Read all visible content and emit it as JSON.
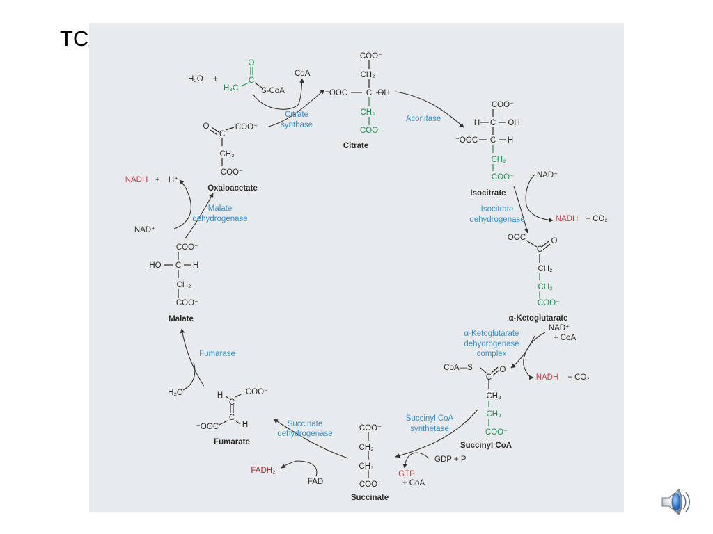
{
  "slide": {
    "title": "TCA Cycle"
  },
  "colors": {
    "background": "#e8ebee",
    "structure": "#2b2b2b",
    "highlight": "#1f8f52",
    "enzyme": "#3a8fc6",
    "nadh": "#c0404a",
    "fadh2": "#b0252f",
    "arrow": "#333333"
  },
  "labels": [
    {
      "id": "h2o-top",
      "text": "H₂O",
      "color": "structure"
    },
    {
      "id": "plus-1",
      "text": "+",
      "color": "structure"
    },
    {
      "id": "acetyl-o",
      "text": "O",
      "color": "highlight"
    },
    {
      "id": "acetyl-c",
      "text": "C",
      "color": "highlight"
    },
    {
      "id": "acetyl-h3c",
      "text": "H₃C",
      "color": "highlight"
    },
    {
      "id": "acetyl-scoa",
      "text": "S-CoA",
      "color": "structure"
    },
    {
      "id": "coa-top",
      "text": "CoA",
      "color": "structure"
    },
    {
      "id": "citrate-coo1",
      "text": "COO⁻",
      "color": "structure"
    },
    {
      "id": "citrate-ch2-1",
      "text": "CH₂",
      "color": "structure"
    },
    {
      "id": "citrate-ooc",
      "text": "⁻OOC",
      "color": "structure"
    },
    {
      "id": "citrate-c",
      "text": "C",
      "color": "structure"
    },
    {
      "id": "citrate-oh",
      "text": "OH",
      "color": "structure"
    },
    {
      "id": "citrate-ch2-2",
      "text": "CH₂",
      "color": "highlight"
    },
    {
      "id": "citrate-coo2",
      "text": "COO⁻",
      "color": "highlight"
    },
    {
      "id": "citrate-name",
      "text": "Citrate",
      "color": "structure",
      "bold": true
    },
    {
      "id": "enz-citrate-1",
      "text": "Citrate",
      "color": "enzyme"
    },
    {
      "id": "enz-citrate-2",
      "text": "synthase",
      "color": "enzyme"
    },
    {
      "id": "oaa-o",
      "text": "O",
      "color": "structure"
    },
    {
      "id": "oaa-c",
      "text": "C",
      "color": "structure"
    },
    {
      "id": "oaa-coo1",
      "text": "COO⁻",
      "color": "structure"
    },
    {
      "id": "oaa-ch2",
      "text": "CH₂",
      "color": "structure"
    },
    {
      "id": "oaa-coo2",
      "text": "COO⁻",
      "color": "structure"
    },
    {
      "id": "oaa-name",
      "text": "Oxaloacetate",
      "color": "structure",
      "bold": true
    },
    {
      "id": "nadh-left",
      "text": "NADH",
      "color": "nadh"
    },
    {
      "id": "plus-h",
      "text": "+",
      "color": "structure"
    },
    {
      "id": "hplus",
      "text": "H⁺",
      "color": "structure"
    },
    {
      "id": "enz-malate-1",
      "text": "Malate",
      "color": "enzyme"
    },
    {
      "id": "enz-malate-2",
      "text": "dehydrogenase",
      "color": "enzyme"
    },
    {
      "id": "nad-left",
      "text": "NAD⁺",
      "color": "structure"
    },
    {
      "id": "mal-coo1",
      "text": "COO⁻",
      "color": "structure"
    },
    {
      "id": "mal-ho",
      "text": "HO",
      "color": "structure"
    },
    {
      "id": "mal-c",
      "text": "C",
      "color": "structure"
    },
    {
      "id": "mal-h",
      "text": "H",
      "color": "structure"
    },
    {
      "id": "mal-ch2",
      "text": "CH₂",
      "color": "structure"
    },
    {
      "id": "mal-coo2",
      "text": "COO⁻",
      "color": "structure"
    },
    {
      "id": "mal-name",
      "text": "Malate",
      "color": "structure",
      "bold": true
    },
    {
      "id": "enz-fumarase",
      "text": "Fumarase",
      "color": "enzyme"
    },
    {
      "id": "h2o-left",
      "text": "H₂O",
      "color": "structure"
    },
    {
      "id": "fum-h1",
      "text": "H",
      "color": "structure"
    },
    {
      "id": "fum-c1",
      "text": "C",
      "color": "structure"
    },
    {
      "id": "fum-coo",
      "text": "COO⁻",
      "color": "structure"
    },
    {
      "id": "fum-ooc",
      "text": "⁻OOC",
      "color": "structure"
    },
    {
      "id": "fum-c2",
      "text": "C",
      "color": "structure"
    },
    {
      "id": "fum-h2",
      "text": "H",
      "color": "structure"
    },
    {
      "id": "fum-name",
      "text": "Fumarate",
      "color": "structure",
      "bold": true
    },
    {
      "id": "enz-sdh-1",
      "text": "Succinate",
      "color": "enzyme"
    },
    {
      "id": "enz-sdh-2",
      "text": "dehydrogenase",
      "color": "enzyme"
    },
    {
      "id": "fadh2",
      "text": "FADH₂",
      "color": "fadh2"
    },
    {
      "id": "fad",
      "text": "FAD",
      "color": "structure"
    },
    {
      "id": "suc-coo1",
      "text": "COO⁻",
      "color": "structure"
    },
    {
      "id": "suc-ch2-1",
      "text": "CH₂",
      "color": "structure"
    },
    {
      "id": "suc-ch2-2",
      "text": "CH₂",
      "color": "structure"
    },
    {
      "id": "suc-coo2",
      "text": "COO⁻",
      "color": "structure"
    },
    {
      "id": "suc-name",
      "text": "Succinate",
      "color": "structure",
      "bold": true
    },
    {
      "id": "gtp",
      "text": "GTP",
      "color": "nadh"
    },
    {
      "id": "gtp-coa",
      "text": "+  CoA",
      "color": "structure"
    },
    {
      "id": "gdp",
      "text": "GDP  +  Pᵢ",
      "color": "structure"
    },
    {
      "id": "enz-scs-1",
      "text": "Succinyl CoA",
      "color": "enzyme"
    },
    {
      "id": "enz-scs-2",
      "text": "synthetase",
      "color": "enzyme"
    },
    {
      "id": "scoa-coas",
      "text": "CoA—S",
      "color": "structure"
    },
    {
      "id": "scoa-c",
      "text": "C",
      "color": "structure"
    },
    {
      "id": "scoa-o",
      "text": "O",
      "color": "structure"
    },
    {
      "id": "scoa-ch2-1",
      "text": "CH₂",
      "color": "structure"
    },
    {
      "id": "scoa-ch2-2",
      "text": "CH₂",
      "color": "highlight"
    },
    {
      "id": "scoa-coo",
      "text": "COO⁻",
      "color": "highlight"
    },
    {
      "id": "scoa-name",
      "text": "Succinyl CoA",
      "color": "structure",
      "bold": true
    },
    {
      "id": "nadh-br",
      "text": "NADH",
      "color": "nadh"
    },
    {
      "id": "co2-br",
      "text": "+  CO₂",
      "color": "structure"
    },
    {
      "id": "enz-akg-1",
      "text": "α-Ketoglutarate",
      "color": "enzyme"
    },
    {
      "id": "enz-akg-2",
      "text": "dehydrogenase",
      "color": "enzyme"
    },
    {
      "id": "enz-akg-3",
      "text": "complex",
      "color": "enzyme"
    },
    {
      "id": "nad-akg",
      "text": "NAD⁺",
      "color": "structure"
    },
    {
      "id": "coa-akg",
      "text": "+  CoA",
      "color": "structure"
    },
    {
      "id": "akg-ooc",
      "text": "⁻OOC",
      "color": "structure"
    },
    {
      "id": "akg-c",
      "text": "C",
      "color": "structure"
    },
    {
      "id": "akg-o",
      "text": "O",
      "color": "structure"
    },
    {
      "id": "akg-ch2-1",
      "text": "CH₂",
      "color": "structure"
    },
    {
      "id": "akg-ch2-2",
      "text": "CH₂",
      "color": "highlight"
    },
    {
      "id": "akg-coo",
      "text": "COO⁻",
      "color": "highlight"
    },
    {
      "id": "akg-name",
      "text": "α-Ketoglutarate",
      "color": "structure",
      "bold": true
    },
    {
      "id": "enz-idh-1",
      "text": "Isocitrate",
      "color": "enzyme"
    },
    {
      "id": "enz-idh-2",
      "text": "dehydrogenase",
      "color": "enzyme"
    },
    {
      "id": "nad-idh",
      "text": "NAD⁺",
      "color": "structure"
    },
    {
      "id": "nadh-right",
      "text": "NADH",
      "color": "nadh"
    },
    {
      "id": "co2-right",
      "text": "+  CO₂",
      "color": "structure"
    },
    {
      "id": "iso-coo1",
      "text": "COO⁻",
      "color": "structure"
    },
    {
      "id": "iso-h",
      "text": "H",
      "color": "structure"
    },
    {
      "id": "iso-c1",
      "text": "C",
      "color": "structure"
    },
    {
      "id": "iso-oh",
      "text": "OH",
      "color": "structure"
    },
    {
      "id": "iso-ooc",
      "text": "⁻OOC",
      "color": "structure"
    },
    {
      "id": "iso-c2",
      "text": "C",
      "color": "structure"
    },
    {
      "id": "iso-h2",
      "text": "H",
      "color": "structure"
    },
    {
      "id": "iso-ch2",
      "text": "CH₂",
      "color": "highlight"
    },
    {
      "id": "iso-coo2",
      "text": "COO⁻",
      "color": "highlight"
    },
    {
      "id": "iso-name",
      "text": "Isocitrate",
      "color": "structure",
      "bold": true
    },
    {
      "id": "enz-aconitase",
      "text": "Aconitase",
      "color": "enzyme"
    }
  ]
}
